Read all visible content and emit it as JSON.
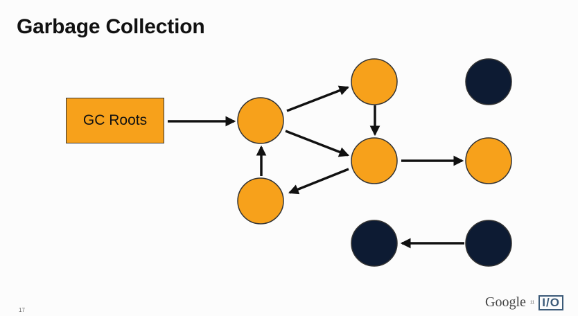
{
  "slide": {
    "title": "Garbage Collection",
    "page_number": "17"
  },
  "diagram": {
    "root_label": "GC Roots",
    "colors": {
      "reachable": "#f7a11b",
      "unreachable": "#0d1b33",
      "arrow": "#111111",
      "outline": "#333333"
    }
  },
  "footer": {
    "brand": "Google",
    "event_small": "11",
    "event_badge": "I/O"
  }
}
